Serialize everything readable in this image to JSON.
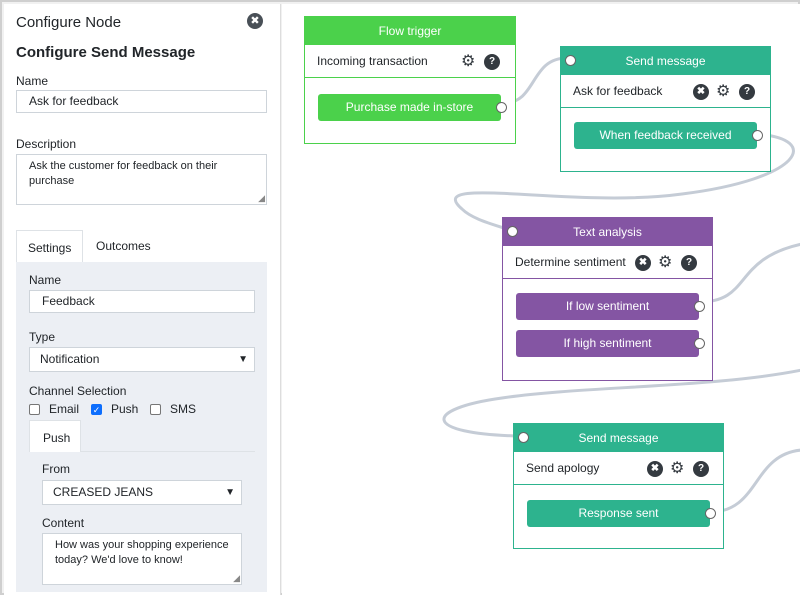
{
  "sidebar": {
    "title": "Configure Node",
    "close_glyph": "✖",
    "subtitle": "Configure Send Message",
    "name_label": "Name",
    "name_value": "Ask for feedback",
    "description_label": "Description",
    "description_value": "Ask the customer for feedback on their purchase",
    "tabs": [
      {
        "label": "Settings",
        "active": true
      },
      {
        "label": "Outcomes",
        "active": false
      }
    ],
    "settings": {
      "name_label": "Name",
      "name_value": "Feedback",
      "type_label": "Type",
      "type_value": "Notification",
      "channel_label": "Channel Selection",
      "channels": [
        {
          "label": "Email",
          "checked": false
        },
        {
          "label": "Push",
          "checked": true
        },
        {
          "label": "SMS",
          "checked": false
        }
      ],
      "channel_tab": "Push",
      "from_label": "From",
      "from_value": "CREASED JEANS",
      "content_label": "Content",
      "content_value": "How was your shopping experience today? We'd love to know!"
    }
  },
  "canvas": {
    "nodes": [
      {
        "title": "Flow trigger",
        "color": "#4bd14b",
        "row": "Incoming transaction",
        "buttons": [
          "Purchase made in-store"
        ]
      },
      {
        "title": "Send message",
        "color": "#2db38e",
        "row": "Ask for feedback",
        "buttons": [
          "When feedback received"
        ]
      },
      {
        "title": "Text analysis",
        "color": "#8455a3",
        "row": "Determine sentiment",
        "buttons": [
          "If low sentiment",
          "If high sentiment"
        ]
      },
      {
        "title": "Send message",
        "color": "#2db38e",
        "row": "Send apology",
        "buttons": [
          "Response sent"
        ]
      }
    ],
    "icons": {
      "close": "✖",
      "gear": "⚙",
      "help": "?"
    }
  }
}
